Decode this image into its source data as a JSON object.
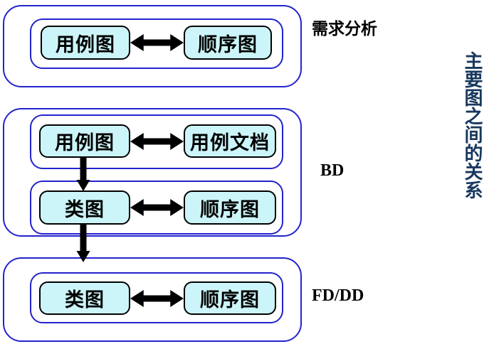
{
  "title": {
    "text": "主要图之间的关系"
  },
  "colors": {
    "background": "#FFFFFF",
    "frame_border": "#2323CE",
    "node_fill": "#CCF5F9",
    "node_border": "#000000",
    "arrow": "#000000",
    "group_label": "#000000",
    "title_text": "#17375E"
  },
  "groups": [
    {
      "label": "需求分析",
      "rows": [
        {
          "left_node": "用例图",
          "right_node": "顺序图",
          "connector": "double-arrow"
        }
      ]
    },
    {
      "label": "BD",
      "rows": [
        {
          "left_node": "用例图",
          "right_node": "用例文档",
          "connector": "double-arrow"
        },
        {
          "left_node": "类图",
          "right_node": "顺序图",
          "connector": "double-arrow"
        }
      ]
    },
    {
      "label": "FD/DD",
      "rows": [
        {
          "left_node": "类图",
          "right_node": "顺序图",
          "connector": "double-arrow"
        }
      ]
    }
  ],
  "connectors": [
    {
      "type": "down-arrow"
    },
    {
      "type": "down-arrow"
    }
  ]
}
